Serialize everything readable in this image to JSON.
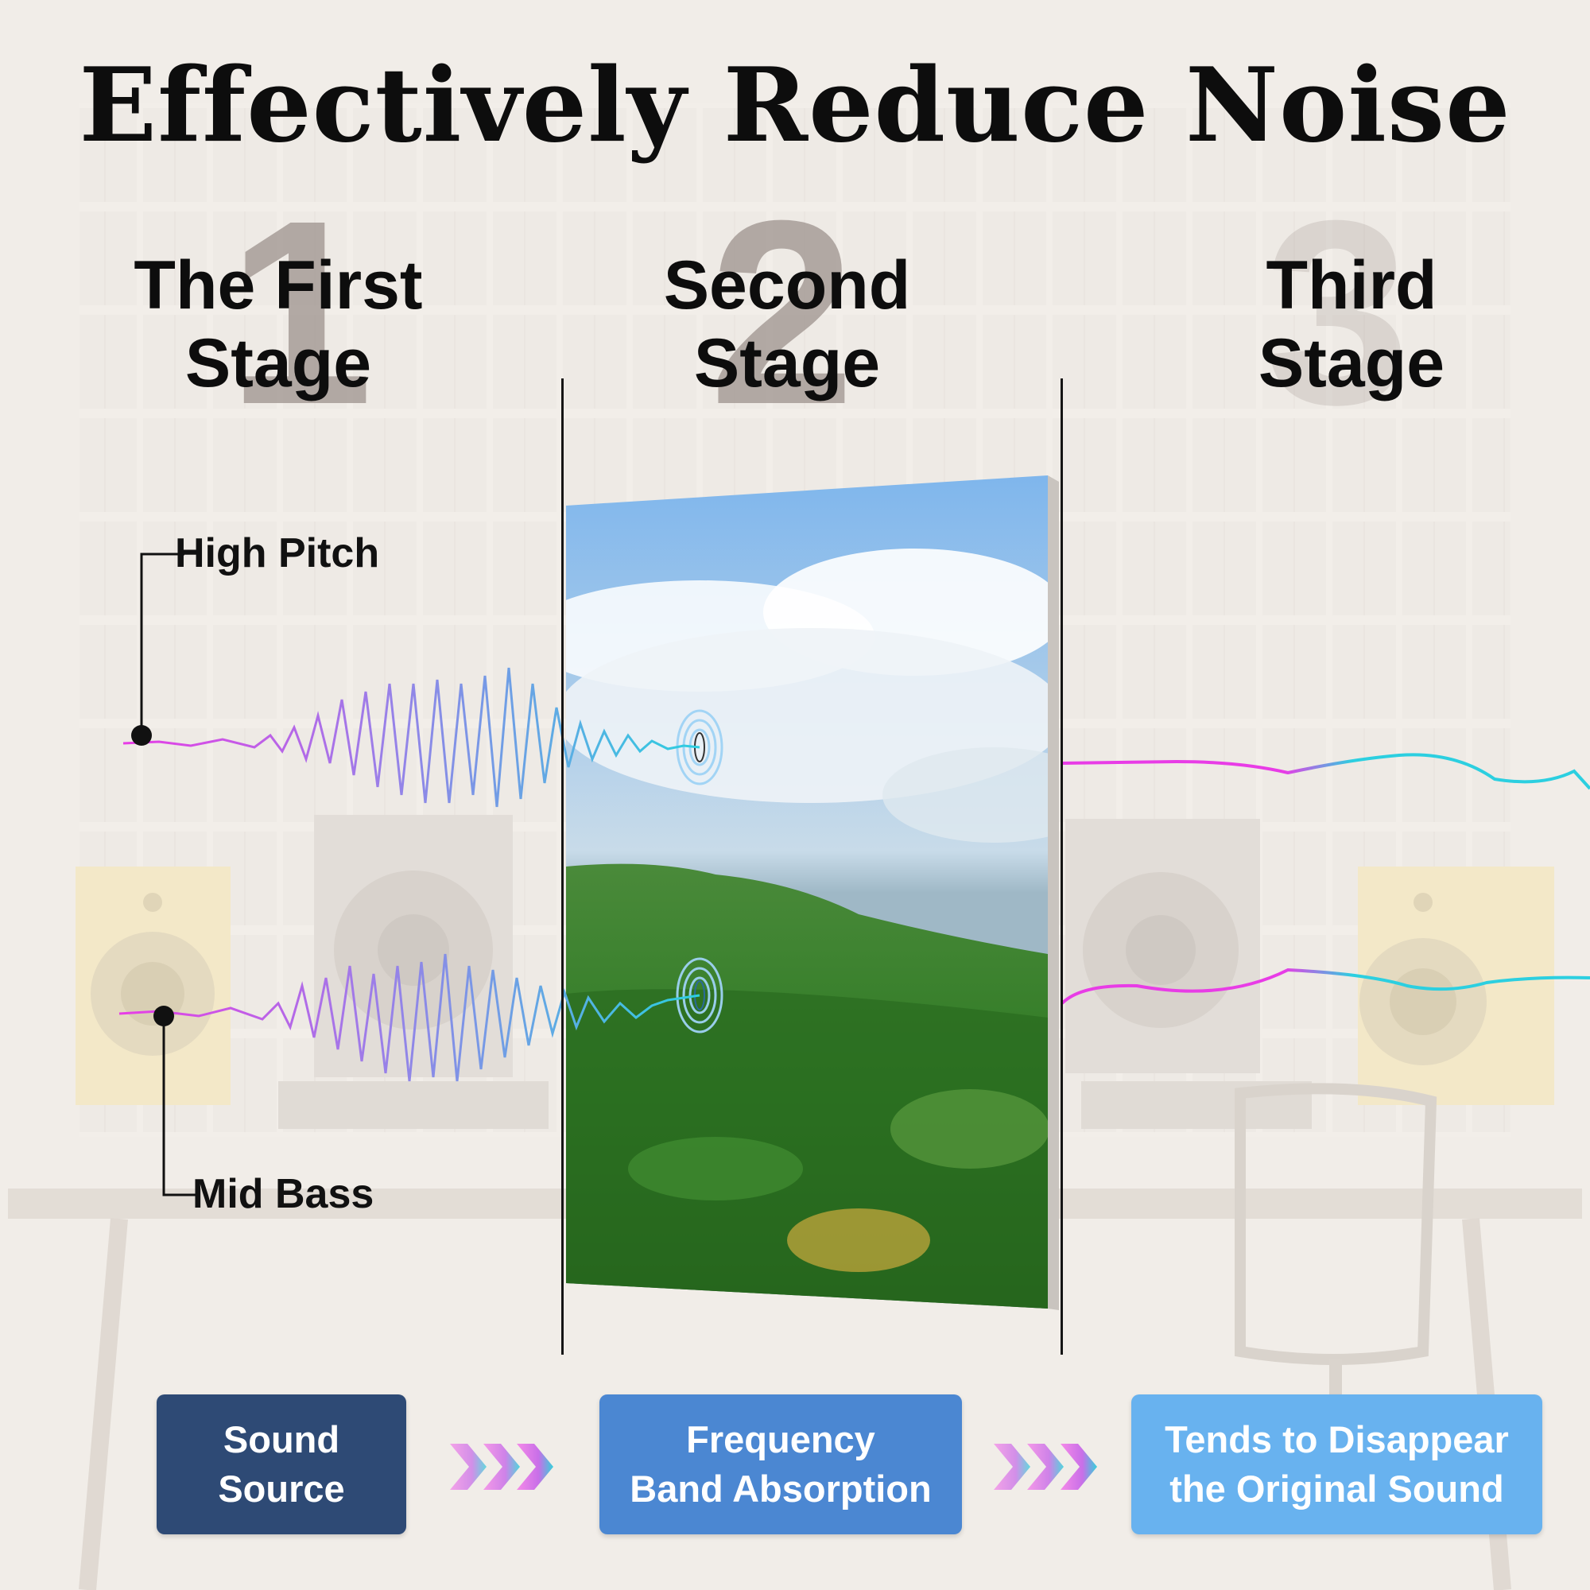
{
  "title": "Effectively Reduce Noise",
  "stages": [
    {
      "number": "1",
      "line1": "The First",
      "line2": "Stage"
    },
    {
      "number": "2",
      "line1": "Second",
      "line2": "Stage"
    },
    {
      "number": "3",
      "line1": "Third",
      "line2": "Stage"
    }
  ],
  "labels": {
    "high": "High Pitch",
    "mid": "Mid Bass"
  },
  "process": [
    {
      "line1": "Sound",
      "line2": "Source"
    },
    {
      "line1": "Frequency",
      "line2": "Band Absorption"
    },
    {
      "line1": "Tends to Disappear",
      "line2": "the Original Sound"
    }
  ],
  "colors": {
    "box_dark": "#2e4a75",
    "box_mid": "#4b87d2",
    "box_light": "#68b2ef",
    "wave_magenta": "#e83ce6",
    "wave_cyan": "#2ccfe0",
    "wave_violet": "#9a7fe8"
  }
}
